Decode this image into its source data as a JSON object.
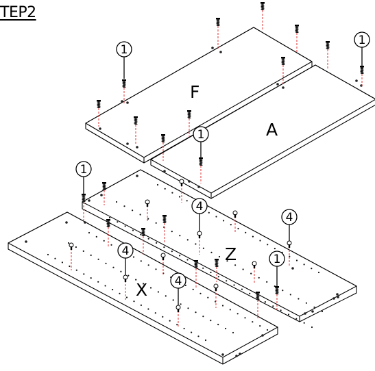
{
  "step_title": "TEP2",
  "panels": {
    "F": "F",
    "A": "A",
    "Z": "Z",
    "X": "X"
  },
  "callouts": [
    {
      "id": "c1",
      "label": "1"
    },
    {
      "id": "c2",
      "label": "1"
    },
    {
      "id": "c3",
      "label": "1"
    },
    {
      "id": "c4",
      "label": "1"
    },
    {
      "id": "c5",
      "label": "1"
    },
    {
      "id": "c6",
      "label": "4"
    },
    {
      "id": "c7",
      "label": "4"
    },
    {
      "id": "c8",
      "label": "4"
    },
    {
      "id": "c9",
      "label": "4"
    }
  ],
  "colors": {
    "line": "#000000",
    "guide": "#e03030",
    "background": "#ffffff"
  }
}
